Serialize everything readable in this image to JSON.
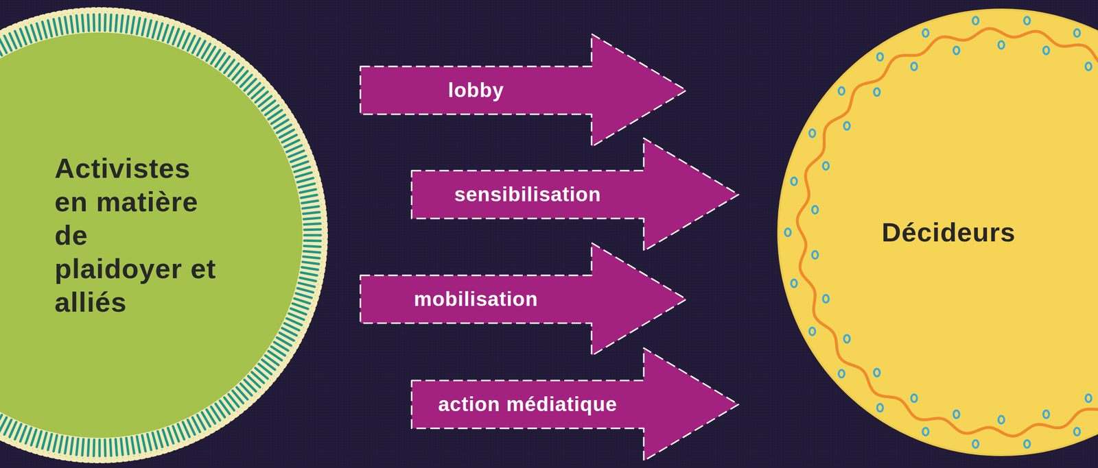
{
  "diagram": {
    "nodes": [
      {
        "text": [
          "Activistes en matière de plaidoyer et alliés"
        ]
      },
      {
        "text": [
          "Décideurs"
        ]
      }
    ],
    "edges": [
      {
        "from": 0,
        "to": 1,
        "label": "lobby",
        "arrow": "to"
      },
      {
        "from": 0,
        "to": 1,
        "label": "sensibilisation",
        "arrow": "to"
      },
      {
        "from": 0,
        "to": 1,
        "label": "mobilisation",
        "arrow": "to"
      },
      {
        "from": 0,
        "to": 1,
        "label": "action médiatique",
        "arrow": "to"
      }
    ]
  }
}
